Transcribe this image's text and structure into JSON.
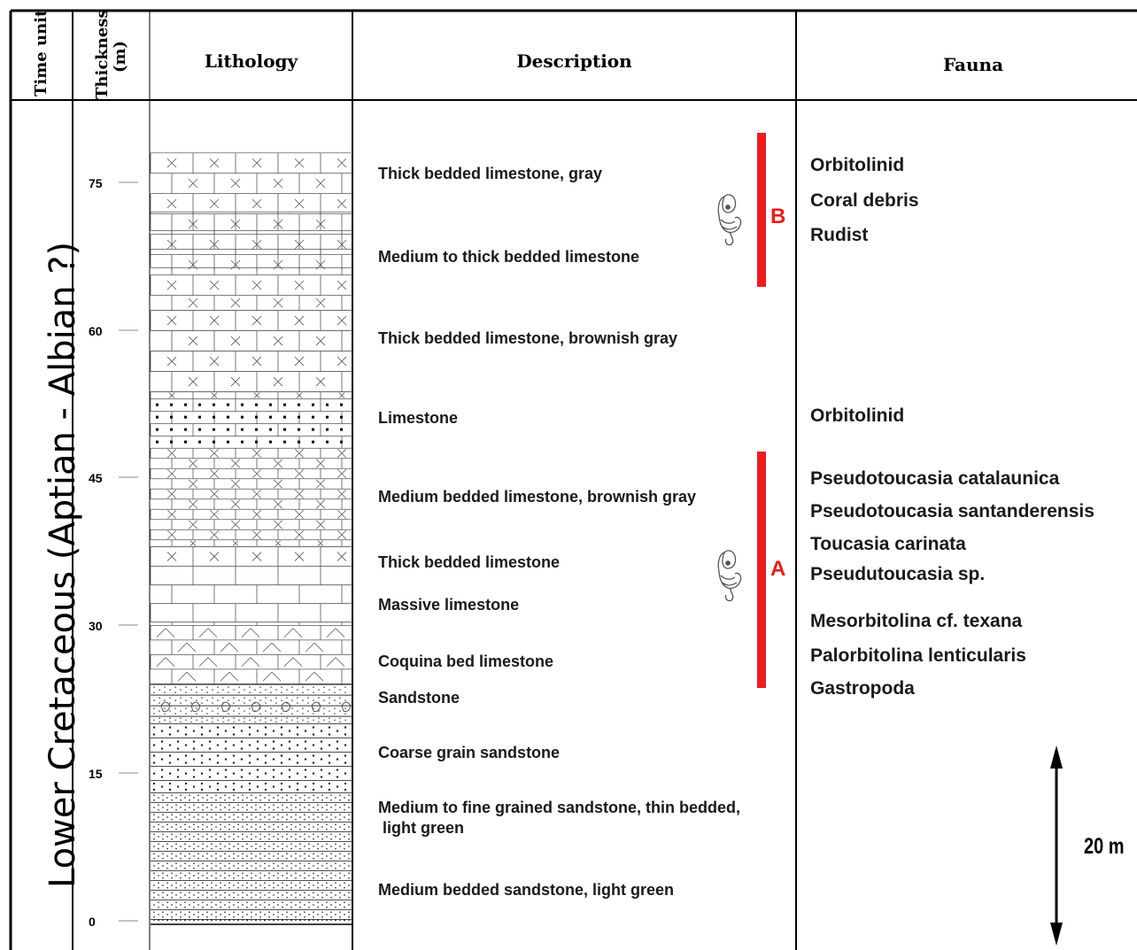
{
  "headers": {
    "time_unit": "Time unit",
    "thickness": "Thickness (m)",
    "lithology": "Lithology",
    "description": "Description",
    "fauna": "Fauna"
  },
  "time_unit_label": "Lower Cretaceous (Aptian - Albian ?)",
  "thickness_ticks": [
    "75",
    "60",
    "45",
    "30",
    "15",
    "0"
  ],
  "descriptions": [
    "Thick bedded limestone, gray",
    "Medium to thick bedded limestone",
    "Thick bedded limestone, brownish gray",
    "Limestone",
    "Medium bedded limestone, brownish gray",
    "Thick bedded limestone",
    "Massive  limestone",
    "Coquina bed limestone",
    "Sandstone",
    "Coarse grain sandstone",
    "Medium to fine grained sandstone, thin bedded,",
    " light green",
    "Medium bedded sandstone, light green"
  ],
  "fauna": [
    "Orbitolinid",
    "Coral debris",
    "Rudist",
    "Orbitolinid",
    "Pseudotoucasia catalaunica",
    "Pseudotoucasia santanderensis",
    "Toucasia carinata",
    "Pseudutoucasia sp.",
    "Mesorbitolina cf. texana",
    "Palorbitolina lenticularis",
    "Gastropoda"
  ],
  "units": [
    "B",
    "A"
  ],
  "scale_bar": "20 m",
  "lithology_layers": [
    {
      "pattern": "limestone-cross",
      "from_m": 62,
      "to_m": 78
    },
    {
      "pattern": "limestone",
      "from_m": 66,
      "to_m": 72
    },
    {
      "pattern": "limestone-cross",
      "from_m": 53,
      "to_m": 62
    },
    {
      "pattern": "sandy-limestone",
      "from_m": 48,
      "to_m": 53
    },
    {
      "pattern": "limestone-cross-thin",
      "from_m": 38,
      "to_m": 48
    },
    {
      "pattern": "limestone-cross",
      "from_m": 36,
      "to_m": 38
    },
    {
      "pattern": "limestone",
      "from_m": 30,
      "to_m": 36
    },
    {
      "pattern": "coquina",
      "from_m": 24,
      "to_m": 30
    },
    {
      "pattern": "sandstone-fossil",
      "from_m": 20,
      "to_m": 24
    },
    {
      "pattern": "coarse-sandstone",
      "from_m": 13,
      "to_m": 20
    },
    {
      "pattern": "fine-sandstone",
      "from_m": 0,
      "to_m": 13
    }
  ],
  "colors": {
    "line": "#000000",
    "unit_bar": "#ee1c1c",
    "pattern_line": "#555555"
  }
}
